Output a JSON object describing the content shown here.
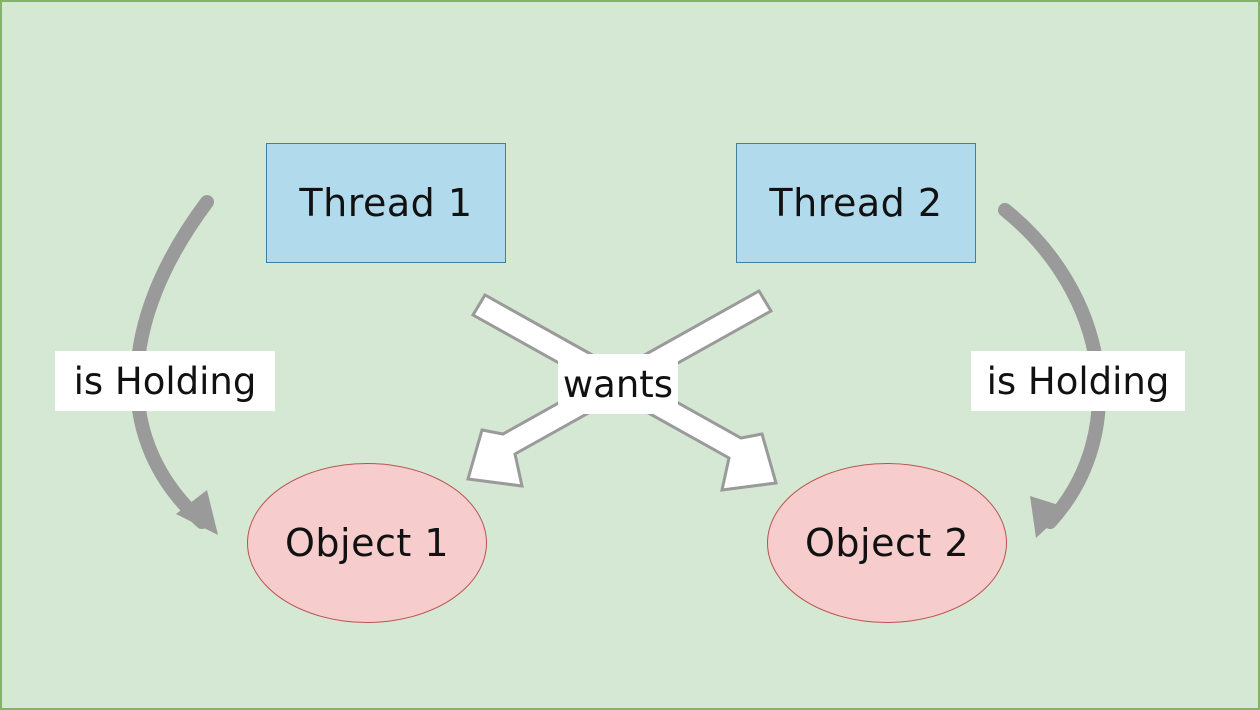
{
  "nodes": {
    "thread_1": "Thread 1",
    "thread_2": "Thread 2",
    "object_1": "Object 1",
    "object_2": "Object 2"
  },
  "edges": {
    "holding_left": "is Holding",
    "holding_right": "is Holding",
    "wants": "wants"
  },
  "colors": {
    "background": "#d5e8d4",
    "background_border": "#82b366",
    "thread_fill": "#b1dbec",
    "thread_border": "#3f7fa0",
    "object_fill": "#f6cdcc",
    "object_border": "#b85450",
    "holding_arrow": "#9a9a9a",
    "wants_arrow_fill": "#ffffff",
    "wants_arrow_outline": "#9a9a9a"
  }
}
